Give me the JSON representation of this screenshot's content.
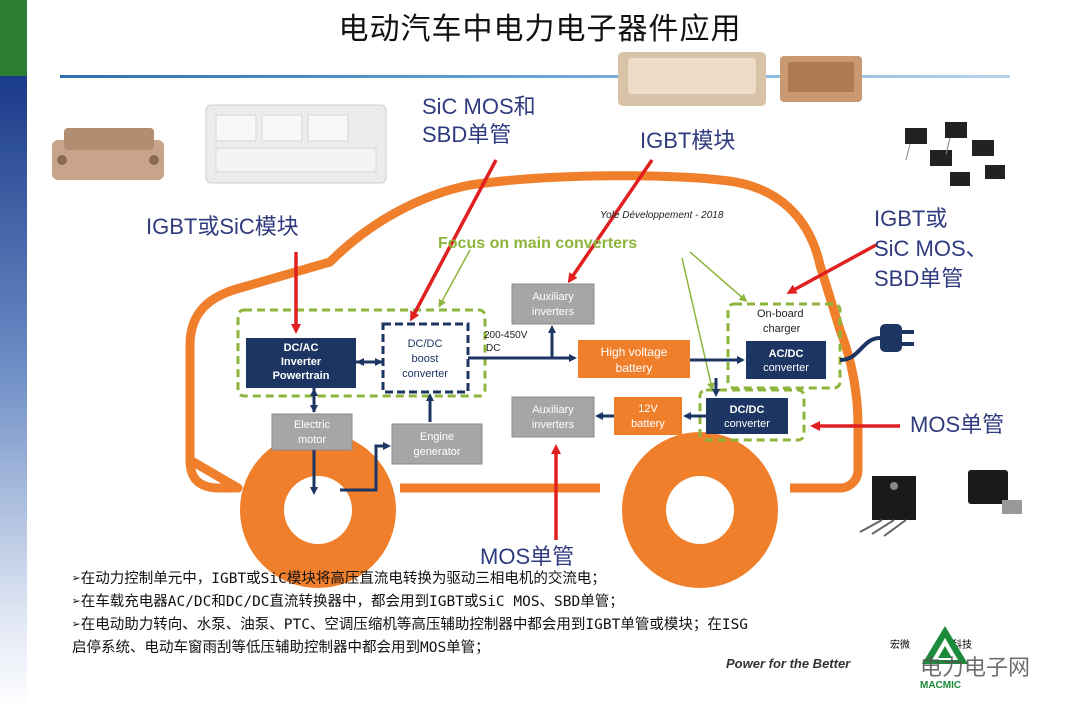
{
  "title": "电动汽车中电力电子器件应用",
  "callouts": {
    "igbt_sic_module": "IGBT或SiC模块",
    "sic_mos_sbd_line1": "SiC MOS和",
    "sic_mos_sbd_line2": "SBD单管",
    "igbt_module": "IGBT模块",
    "igbt_or_line1": "IGBT或",
    "igbt_or_line2": "SiC MOS、",
    "igbt_or_line3": "SBD单管",
    "mos_single_right": "MOS单管",
    "mos_single_bottom": "MOS单管"
  },
  "diagram": {
    "source_note": "Yole Développement - 2018",
    "focus_label": "Focus on main converters",
    "voltage_label_1": "200-450V",
    "voltage_label_2": "DC",
    "onboard_label_1": "On-board",
    "onboard_label_2": "charger",
    "blocks": {
      "inverter": [
        "DC/AC",
        "Inverter",
        "Powertrain"
      ],
      "boost": [
        "DC/DC",
        "boost",
        "converter"
      ],
      "aux_top": [
        "Auxiliary",
        "inverters"
      ],
      "battery_hv": [
        "High voltage",
        "battery"
      ],
      "acdc": [
        "AC/DC",
        "converter"
      ],
      "motor": [
        "Electric",
        "motor"
      ],
      "engine": [
        "Engine",
        "generator"
      ],
      "aux_bottom": [
        "Auxiliary",
        "inverters"
      ],
      "battery_12v": [
        "12V",
        "battery"
      ],
      "dcdc": [
        "DC/DC",
        "converter"
      ]
    }
  },
  "bullets": [
    "➢在动力控制单元中，IGBT或SiC模块将高压直流电转换为驱动三相电机的交流电；",
    "➢在车载充电器AC/DC和DC/DC直流转换器中，都会用到IGBT或SiC MOS、SBD单管；",
    "➢在电动助力转向、水泵、油泵、PTC、空调压缩机等高压辅助控制器中都会用到IGBT单管或模块；在ISG",
    "启停系统、电动车窗雨刮等低压辅助控制器中都会用到MOS单管；"
  ],
  "footer": {
    "tagline": "Power for the Better",
    "logo_cn_left": "宏微",
    "logo_cn_right": "科技",
    "logo_en": "MACMIC",
    "watermark": "电力电子网"
  },
  "colors": {
    "car_outline": "#f07f2c",
    "block_blue": "#1d3563",
    "block_gray": "#a6a6a6",
    "block_orange": "#f07f2c",
    "dash_green": "#8db53b",
    "arrow_red": "#e02020",
    "label_navy": "#2f3b7e"
  }
}
